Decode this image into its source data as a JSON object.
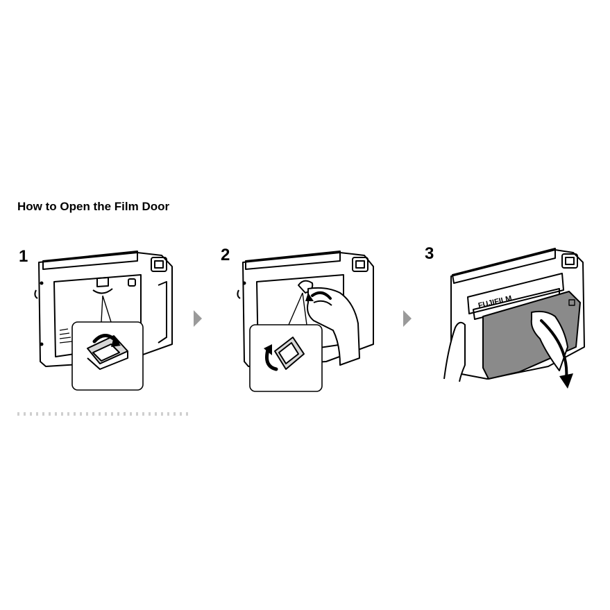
{
  "document": {
    "title": "How to Open the Film Door",
    "steps": [
      {
        "number": "1"
      },
      {
        "number": "2"
      },
      {
        "number": "3",
        "brand_text": "FUJIFILM"
      }
    ]
  },
  "icons": {
    "step_arrow": "right-triangle-arrow",
    "rotate_arrow": "curved-arrow",
    "swing_arrow": "curved-down-arrow"
  },
  "colors": {
    "ink": "#000000",
    "arrow_gray": "#9a9a9a",
    "film_door_gray": "#8a8a8a"
  }
}
